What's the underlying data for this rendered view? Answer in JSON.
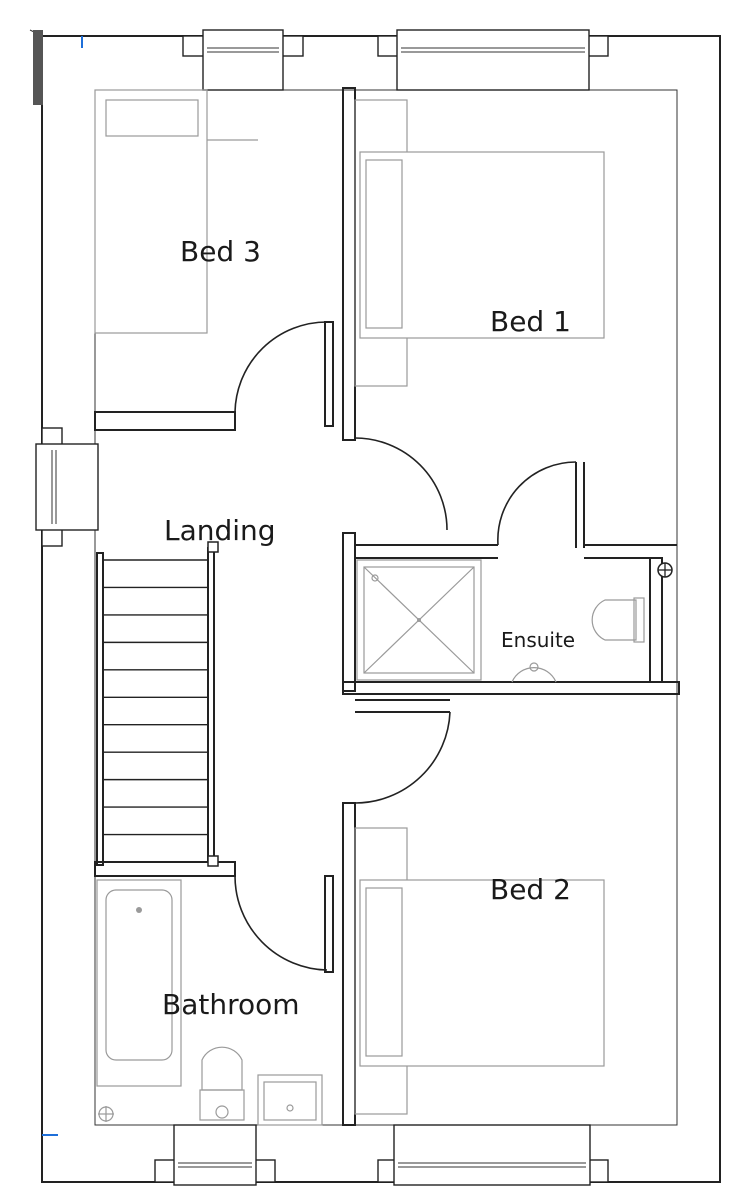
{
  "rooms": {
    "bed3": "Bed 3",
    "bed1": "Bed 1",
    "landing": "Landing",
    "ensuite": "Ensuite",
    "bed2": "Bed 2",
    "bathroom": "Bathroom"
  },
  "colors": {
    "wall": "#222222",
    "furniture": "#9a9a9a",
    "accent": "#1e6fd9"
  }
}
